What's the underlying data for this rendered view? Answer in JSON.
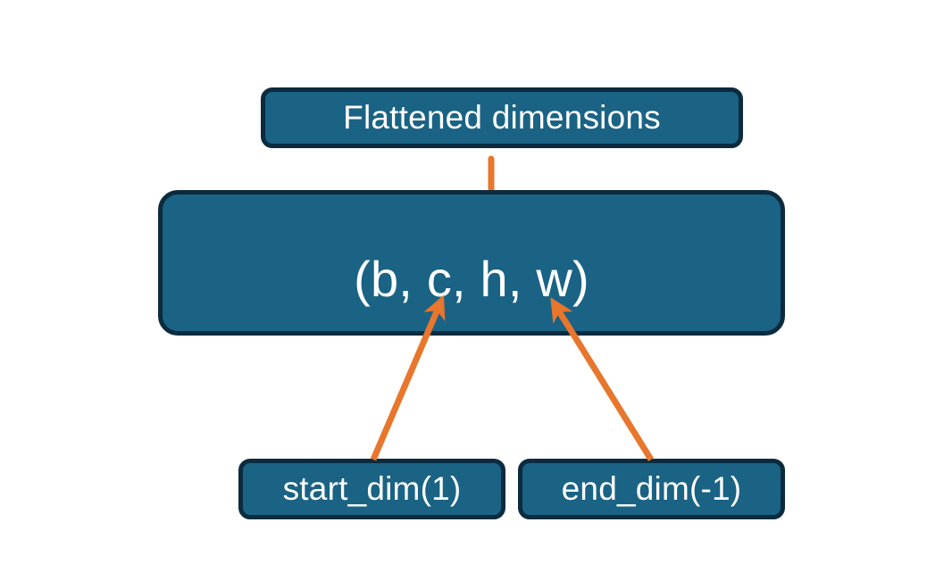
{
  "diagram": {
    "title": "Flatten dimensions diagram",
    "background_color": "#ffffff",
    "node_fill_color": "#1A6384",
    "node_border_color": "#0C2B3F",
    "node_text_color": "#ffffff",
    "connector_color": "#E8762C",
    "nodes": {
      "flattened": {
        "label": "Flattened dimensions"
      },
      "shape": {
        "label": "(b, c, h, w)"
      },
      "start_dim": {
        "label": "start_dim(1)"
      },
      "end_dim": {
        "label": "end_dim(-1)"
      }
    },
    "connectors": [
      {
        "name": "brace-to-flattened",
        "type": "curly-brace",
        "from": "shape-middle-dims",
        "to": "flattened"
      },
      {
        "name": "start-dim-arrow",
        "type": "arrow",
        "from": "start_dim",
        "to": "shape-dim-c"
      },
      {
        "name": "end-dim-arrow",
        "type": "arrow",
        "from": "end_dim",
        "to": "shape-dim-w"
      }
    ]
  }
}
